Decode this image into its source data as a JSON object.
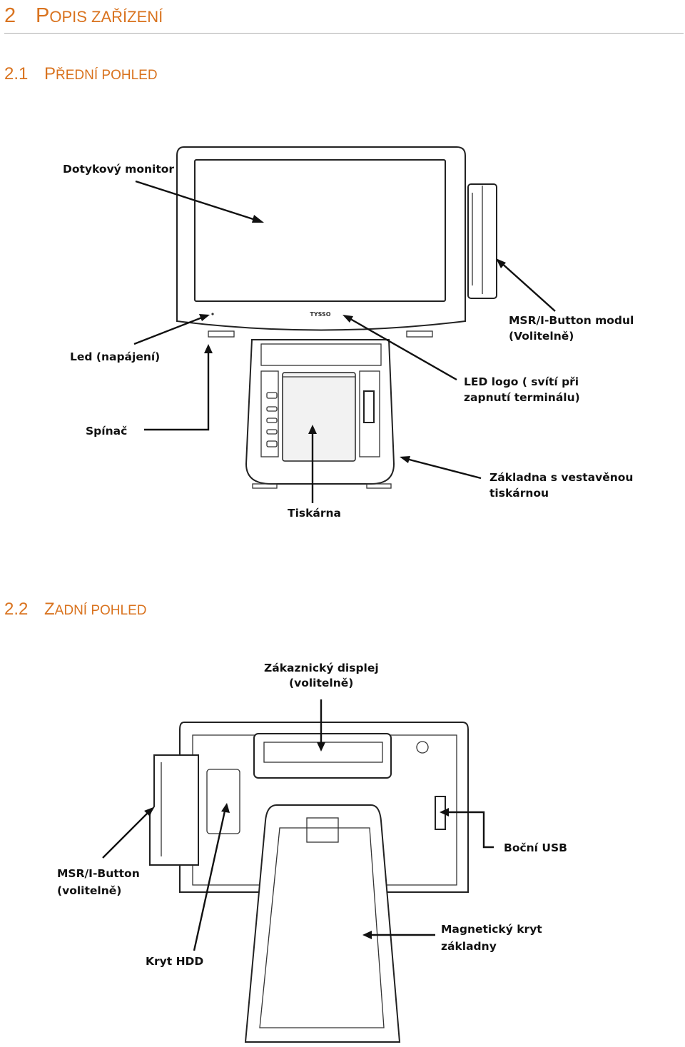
{
  "section": {
    "number": "2",
    "title_first": "P",
    "title_rest": "OPIS ZAŘÍZENÍ"
  },
  "front": {
    "number": "2.1",
    "title_first": "P",
    "title_rest": "ŘEDNÍ POHLED",
    "callouts": {
      "touch_monitor": "Dotykový monitor",
      "msr_line1": "MSR/I-Button modul",
      "msr_line2": "(Volitelně)",
      "led_power": "Led (napájení)",
      "led_logo_line1": "LED logo ( svítí při",
      "led_logo_line2": "zapnutí terminálu)",
      "switch": "Spínač",
      "base_line1": "Základna s vestavěnou",
      "base_line2": "tiskárnou",
      "printer": "Tiskárna"
    },
    "device_logo": "TYSSO"
  },
  "rear": {
    "number": "2.2",
    "title_first": "Z",
    "title_rest": "ADNÍ POHLED",
    "callouts": {
      "customer_display_line1": "Zákaznický displej",
      "customer_display_line2": "(volitelně)",
      "side_usb": "Boční USB",
      "msr_line1": "MSR/I-Button",
      "msr_line2": "(volitelně)",
      "magnetic_line1": "Magnetický kryt",
      "magnetic_line2": "základny",
      "hdd_cover": "Kryt HDD"
    }
  },
  "colors": {
    "heading": "#d9731f",
    "line": "#111111"
  }
}
